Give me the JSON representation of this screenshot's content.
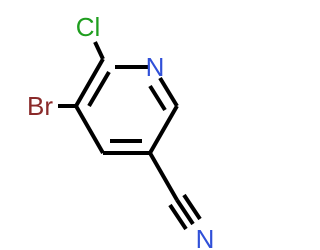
{
  "molecule": {
    "atoms": {
      "cl": {
        "symbol": "Cl",
        "color": "#1f9e1f"
      },
      "br": {
        "symbol": "Br",
        "color": "#8a2a2a"
      },
      "n_ring": {
        "symbol": "N",
        "color": "#3050d8"
      },
      "n_nitrile": {
        "symbol": "N",
        "color": "#3050d8"
      }
    },
    "bond_color": "#000000"
  }
}
